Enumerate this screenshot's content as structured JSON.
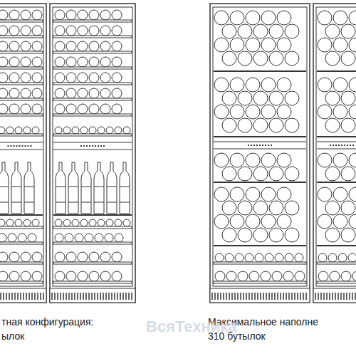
{
  "diagram": {
    "labels": [
      "тная конфигурация:",
      "ылок",
      "Максимальное наполне",
      "310 бутылок",
      "ВсяТехника"
    ]
  }
}
